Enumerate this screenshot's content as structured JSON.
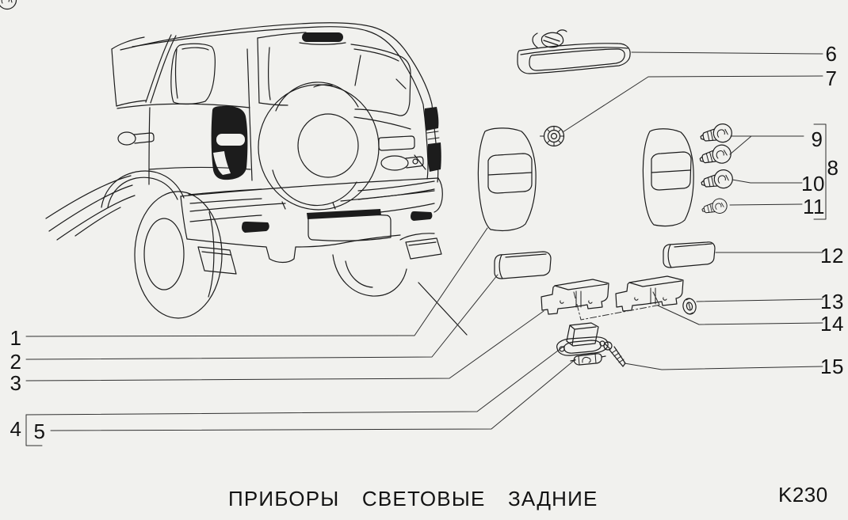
{
  "figure": {
    "caption": "ПРИБОРЫ СВЕТОВЫЕ ЗАДНИЕ",
    "page_code": "K230",
    "callouts": [
      "1",
      "2",
      "3",
      "4",
      "5",
      "6",
      "7",
      "8",
      "9",
      "10",
      "11",
      "12",
      "13",
      "14",
      "15"
    ]
  },
  "colors": {
    "paper": "#f1f1ee",
    "ink": "#1c1c1c",
    "leader": "#2f2f2f"
  }
}
